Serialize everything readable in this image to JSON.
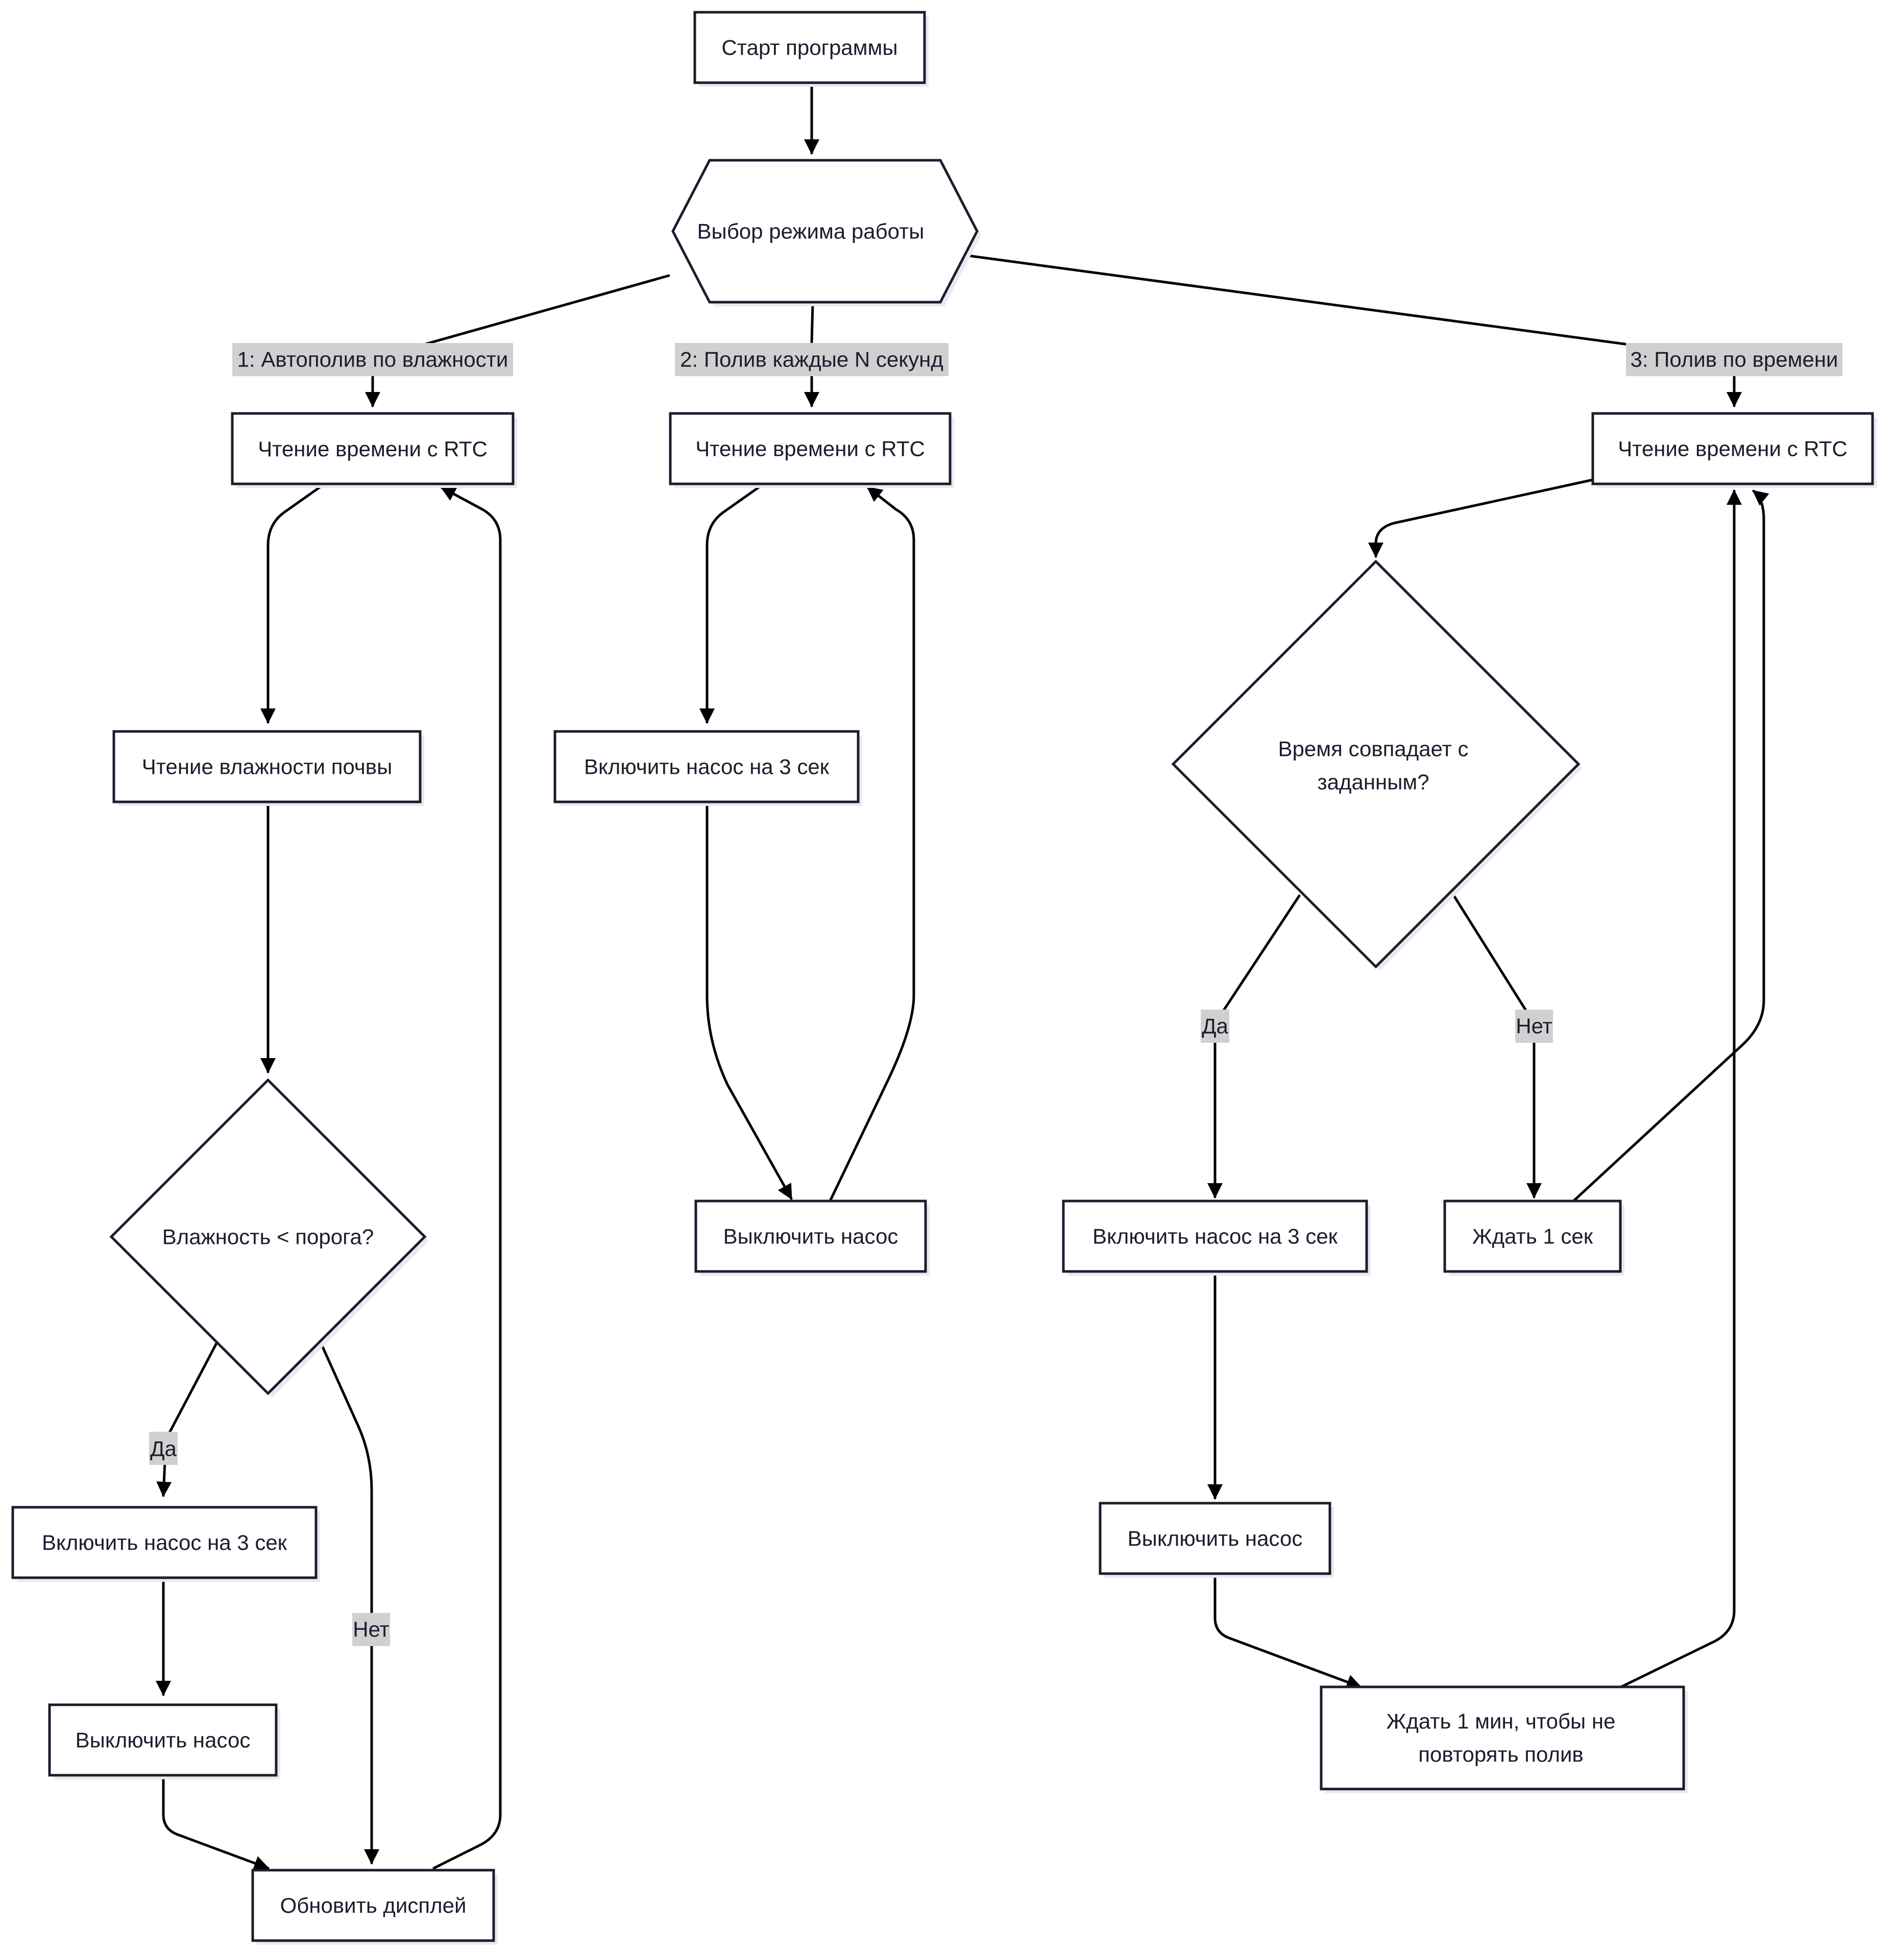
{
  "nodes": {
    "start": "Старт программы",
    "mode": "Выбор режима работы",
    "m1_rtc": "Чтение времени с RTC",
    "m1_soil": "Чтение влажности почвы",
    "m1_check": "Влажность < порога?",
    "m1_pump_on": "Включить насос на 3 сек",
    "m1_pump_off": "Выключить насос",
    "m1_display": "Обновить дисплей",
    "m2_rtc": "Чтение времени с RTC",
    "m2_pump_on": "Включить насос на 3 сек",
    "m2_pump_off": "Выключить насос",
    "m3_rtc": "Чтение времени с RTC",
    "m3_check_line1": "Время совпадает с",
    "m3_check_line2": "заданным?",
    "m3_pump_on": "Включить насос на 3 сек",
    "m3_pump_off": "Выключить насос",
    "m3_wait_sec": "Ждать 1 сек",
    "m3_wait_min_line1": "Ждать 1 мин, чтобы не",
    "m3_wait_min_line2": "повторять полив"
  },
  "edge_labels": {
    "mode1": "1: Автополив по влажности",
    "mode2": "2: Полив каждые N секунд",
    "mode3": "3: Полив по времени",
    "m1_yes": "Да",
    "m1_no": "Нет",
    "m3_yes": "Да",
    "m3_no": "Нет"
  }
}
